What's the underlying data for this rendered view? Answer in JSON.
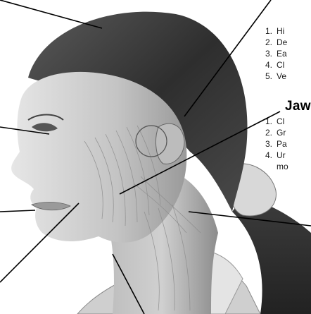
{
  "top_list": [
    {
      "num": "1.",
      "text": "Hi"
    },
    {
      "num": "2.",
      "text": "De"
    },
    {
      "num": "3.",
      "text": "Ea"
    },
    {
      "num": "4.",
      "text": "Cl"
    },
    {
      "num": "5.",
      "text": "Ve"
    }
  ],
  "jaw_section": {
    "heading": "Jaw",
    "items": [
      {
        "num": "1.",
        "text": "Cl"
      },
      {
        "num": "2.",
        "text": "Gr"
      },
      {
        "num": "3.",
        "text": "Pa"
      },
      {
        "num": "4.",
        "text": "Ur",
        "continuation": "mo"
      }
    ]
  },
  "colors": {
    "line": "#000000",
    "skin_light": "#d9d9d9",
    "skin_mid": "#a8a8a8",
    "hair_dark": "#3a3a3a",
    "text": "#1a1a1a"
  },
  "icons": {
    "illustration": "anatomical-head-neck-muscles"
  }
}
